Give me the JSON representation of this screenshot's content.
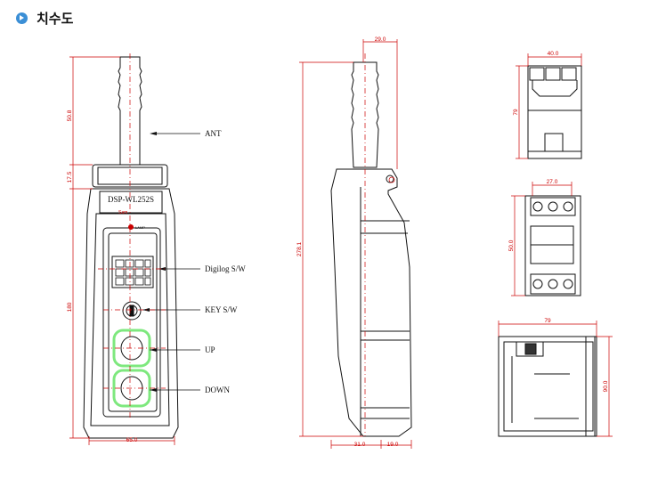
{
  "header": {
    "title": "치수도",
    "icon": "circle-arrow-icon"
  },
  "front_view": {
    "model": "DSP-WL252S",
    "brand": "Sam",
    "lamp_label": "LAMP",
    "callouts": {
      "ant": "ANT",
      "digilog": "Digilog S/W",
      "key": "KEY S/W",
      "up": "UP",
      "down": "DOWN"
    },
    "dims": {
      "ant_height": "50.8",
      "cap_height": "17.5",
      "body_height": "180",
      "width": "65.0"
    }
  },
  "side_view": {
    "dims": {
      "top": "29.0",
      "total": "278.1",
      "bottom_left": "31.0",
      "bottom_right": "19.0"
    }
  },
  "relay_top": {
    "dims": {
      "width": "40.0",
      "height": "79"
    }
  },
  "relay_mid": {
    "dims": {
      "width": "27.0",
      "height": "50.0"
    }
  },
  "relay_bottom": {
    "dims": {
      "width": "79",
      "height": "90.0"
    }
  },
  "colors": {
    "dimension": "#cc0000",
    "outline": "#111111",
    "button_glow": "#7ee87e"
  }
}
